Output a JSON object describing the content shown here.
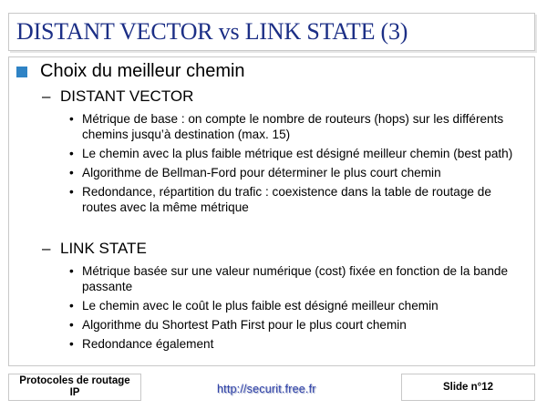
{
  "slide": {
    "title": "DISTANT VECTOR vs LINK STATE (3)",
    "heading": "Choix du meilleur chemin",
    "sections": [
      {
        "label": "DISTANT VECTOR",
        "bullets": [
          "Métrique de base : on compte le nombre de routeurs (hops) sur les différents chemins jusqu’à destination (max. 15)",
          "Le chemin avec la plus faible métrique est désigné meilleur chemin (best path)",
          "Algorithme de Bellman-Ford pour déterminer le plus court chemin",
          "Redondance, répartition du trafic : coexistence dans la table de routage de routes avec la même métrique"
        ]
      },
      {
        "label": "LINK STATE",
        "bullets": [
          "Métrique basée sur une valeur numérique (cost) fixée en fonction de la bande passante",
          "Le chemin avec le coût le plus faible est désigné meilleur chemin",
          "Algorithme du Shortest Path First pour le plus court chemin",
          "Redondance également"
        ]
      }
    ]
  },
  "footer": {
    "left_line1": "Protocoles de routage",
    "left_line2": "IP",
    "url": "http://securit.free.fr",
    "slide_number": "Slide n°12"
  },
  "colors": {
    "title": "#1c2f86",
    "bullet_square": "#2f83c5",
    "url": "#2d3fa6"
  }
}
